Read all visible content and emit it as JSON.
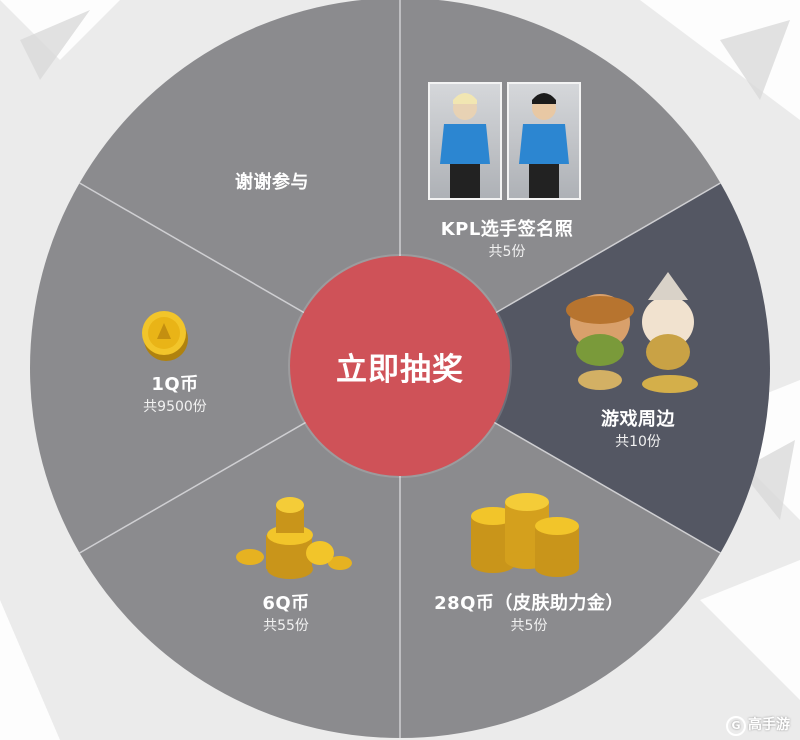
{
  "wheel": {
    "colors": {
      "segment": "#8b8b8e",
      "segment_highlight": "#545763",
      "divider": "#cfcfd2",
      "button": "#cf5258",
      "background": "#ebebeb"
    },
    "start_button": {
      "label": "立即抽奖"
    },
    "prizes": [
      {
        "name": "谢谢参与",
        "count": "",
        "icon": "none"
      },
      {
        "name": "KPL选手签名照",
        "count": "共5份",
        "icon": "signed-photos-icon"
      },
      {
        "name": "游戏周边",
        "count": "共10份",
        "icon": "figurines-icon"
      },
      {
        "name": "28Q币（皮肤助力金）",
        "count": "共5份",
        "icon": "coin-stack-large-icon"
      },
      {
        "name": "6Q币",
        "count": "共55份",
        "icon": "coin-stack-small-icon"
      },
      {
        "name": "1Q币",
        "count": "共9500份",
        "icon": "single-coin-icon"
      }
    ]
  },
  "watermark": {
    "text": "高手游"
  }
}
